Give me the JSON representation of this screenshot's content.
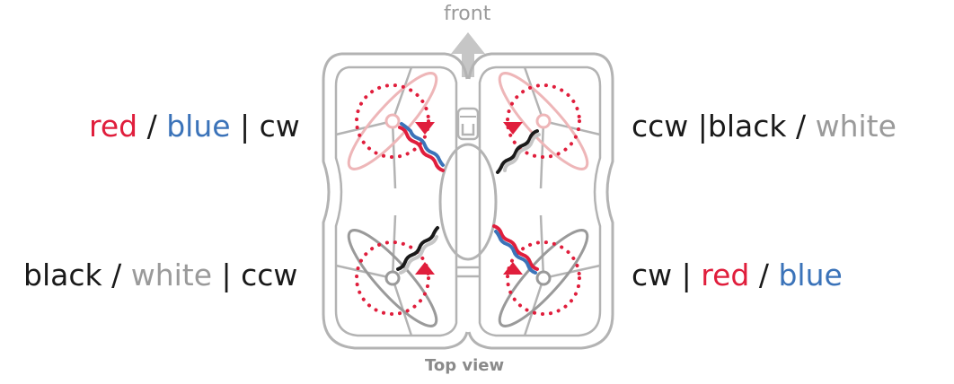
{
  "header": {
    "front_label": "front"
  },
  "footer": {
    "caption": "Top view"
  },
  "colors": {
    "red": "#e01e3c",
    "blue": "#3b73b9",
    "black": "#1a1a1a",
    "white_text": "#9a9a9a",
    "frame": "#b3b3b3",
    "prop_pink": "#eeb6b8",
    "prop_gray": "#9a9a9a"
  },
  "motors": {
    "front_left": {
      "wire_1": "red",
      "sep_1": " / ",
      "wire_2": "blue",
      "sep_2": " | ",
      "rotation": "cw"
    },
    "front_right": {
      "rotation": "ccw",
      "sep_1": " |",
      "wire_1": "black",
      "sep_2": " / ",
      "wire_2": "white"
    },
    "rear_left": {
      "wire_1": "black",
      "sep_1": " / ",
      "wire_2": "white",
      "sep_2": " | ",
      "rotation": "ccw"
    },
    "rear_right": {
      "rotation": "cw",
      "sep_1": " | ",
      "wire_1": "red",
      "sep_2": " / ",
      "wire_2": "blue"
    }
  }
}
